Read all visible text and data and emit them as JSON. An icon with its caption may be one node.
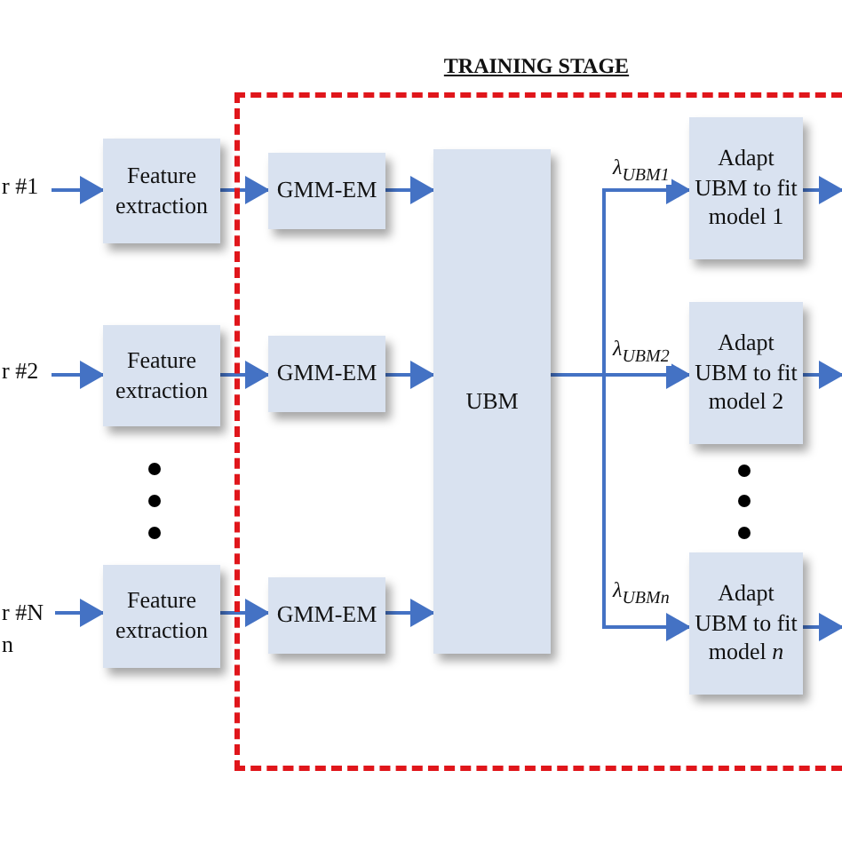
{
  "diagram": {
    "nodes": [
      {
        "text": [
          "r #1"
        ]
      },
      {
        "text": [
          "r #2"
        ]
      },
      {
        "text": [
          "r #N n"
        ]
      },
      {
        "text": [
          "Feature extraction"
        ]
      },
      {
        "text": [
          "Feature extraction"
        ]
      },
      {
        "text": [
          "Feature extraction"
        ]
      },
      {
        "text": [
          "TRAINING STAGE"
        ]
      },
      {
        "text": [
          "GMM-EM"
        ],
        "in": 6
      },
      {
        "text": [
          "GMM-EM"
        ],
        "in": 6
      },
      {
        "text": [
          "GMM-EM"
        ],
        "in": 6
      },
      {
        "text": [
          "UBM"
        ],
        "in": 6
      },
      {
        "text": [
          "Adapt UBM to fit model 1"
        ],
        "in": 6
      },
      {
        "text": [
          "Adapt UBM to fit model 2"
        ],
        "in": 6
      },
      {
        "text": [
          "Adapt UBM to fit model *n*"
        ],
        "in": 6
      }
    ],
    "edges": [
      {
        "from": 0,
        "to": 3,
        "arrow": "to"
      },
      {
        "from": 1,
        "to": 4,
        "arrow": "to"
      },
      {
        "from": 2,
        "to": 5,
        "arrow": "to"
      },
      {
        "from": 3,
        "to": 7,
        "arrow": "to"
      },
      {
        "from": 4,
        "to": 8,
        "arrow": "to"
      },
      {
        "from": 5,
        "to": 9,
        "arrow": "to"
      },
      {
        "from": 7,
        "to": 10,
        "arrow": "to"
      },
      {
        "from": 8,
        "to": 10,
        "arrow": "to"
      },
      {
        "from": 9,
        "to": 10,
        "arrow": "to"
      },
      {
        "from": 10,
        "to": 11,
        "arrow": "to",
        "label": "λ$_{UBM}$$_{1}$"
      },
      {
        "from": 10,
        "to": 12,
        "arrow": "to",
        "label": "λ$_{UBM}$$_{2}$"
      },
      {
        "from": 10,
        "to": 13,
        "arrow": "to",
        "label": "λ$_{UBM}$$_{n}$"
      },
      {
        "from": 11,
        "to": null,
        "arrow": "to"
      },
      {
        "from": 12,
        "to": null,
        "arrow": "to"
      },
      {
        "from": 13,
        "to": null,
        "arrow": "to"
      }
    ]
  }
}
